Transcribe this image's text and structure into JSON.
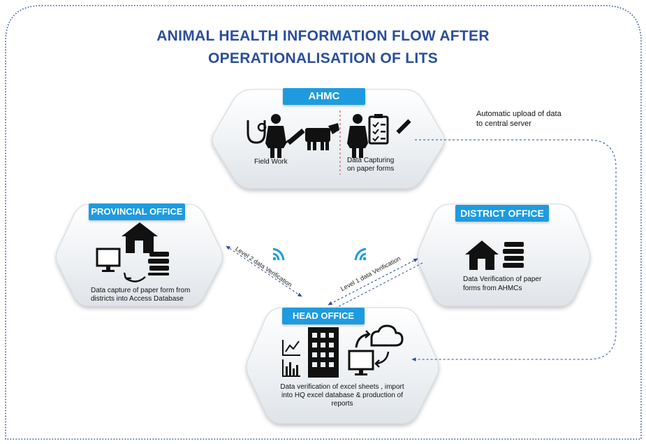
{
  "title": {
    "line1": "ANIMAL HEALTH INFORMATION FLOW AFTER",
    "line2": "OPERATIONALISATION OF LITS"
  },
  "nodes": {
    "ahmc": {
      "label": "AHMC",
      "field_work": "Field Work",
      "data_capturing": [
        "Data Capturing",
        "on paper forms"
      ]
    },
    "provincial": {
      "label": "PROVINCIAL OFFICE",
      "caption": [
        "Data capture of paper form from",
        "districts  into Access Database"
      ]
    },
    "district": {
      "label": "DISTRICT OFFICE",
      "caption": [
        "Data  Verification of paper",
        "forms from AHMCs"
      ]
    },
    "head": {
      "label": "HEAD OFFICE",
      "caption": [
        "Data verification of excel sheets , import",
        "into HQ excel database & production of",
        "reports"
      ]
    }
  },
  "edges": {
    "upload_note": [
      "Automatic upload of data",
      "to central server"
    ],
    "level2": "Level 2 data Verification",
    "level1": "Level 1 data Verification"
  },
  "colors": {
    "title": "#2a4e9c",
    "badge": "#1e9be0",
    "arrow": "#2a4e9c",
    "hex_fill": "#eef1f4",
    "icon": "#111111",
    "wifi": "#1e9be0"
  },
  "icons": [
    "stethoscope-icon",
    "doctor-icon",
    "syringe-icon",
    "cow-icon",
    "clipboard-icon",
    "pencil-icon",
    "house-icon",
    "books-icon",
    "monitor-icon",
    "curved-arrow-icon",
    "wifi-icon",
    "office-building-icon",
    "chart-icon",
    "cloud-sync-icon"
  ]
}
